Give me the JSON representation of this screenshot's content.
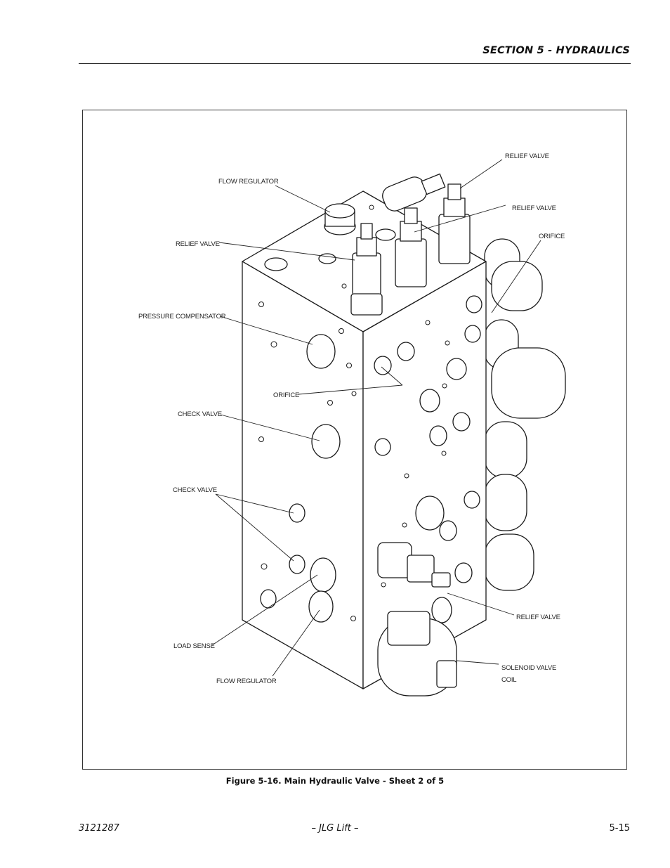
{
  "header": {
    "section_title": "SECTION 5 - HYDRAULICS"
  },
  "figure": {
    "caption": "Figure 5-16.  Main Hydraulic Valve - Sheet 2 of 5",
    "callouts": {
      "relief_valve_top": "RELIEF VALVE",
      "flow_regulator_top": "FLOW REGULATOR",
      "relief_valve_top2": "RELIEF VALVE",
      "orifice_right": "ORIFICE",
      "relief_valve_left": "RELIEF VALVE",
      "pressure_compensator": "PRESSURE COMPENSATOR",
      "orifice_center": "ORIFICE",
      "check_valve_1": "CHECK VALVE",
      "check_valve_2": "CHECK VALVE",
      "relief_valve_bottom": "RELIEF VALVE",
      "load_sense": "LOAD SENSE",
      "solenoid_valve_coil_line1": "SOLENOID VALVE",
      "solenoid_valve_coil_line2": "COIL",
      "flow_regulator_bottom": "FLOW REGULATOR"
    }
  },
  "footer": {
    "doc_number": "3121287",
    "center": "– JLG Lift –",
    "page": "5-15"
  }
}
